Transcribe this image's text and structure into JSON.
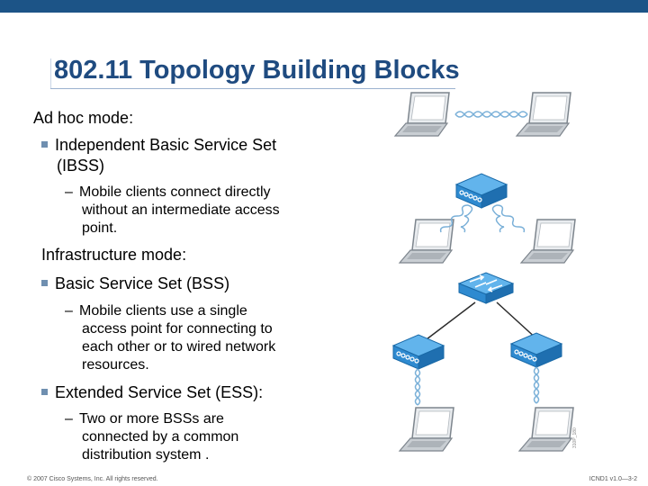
{
  "slide": {
    "title": "802.11 Topology Building Blocks",
    "adhoc_heading": "Ad hoc mode:",
    "ibss_line1": "Independent Basic Service Set",
    "ibss_line2": "(IBSS)",
    "ibss_sub_line1": "Mobile clients connect directly",
    "ibss_sub_line2": "without an intermediate access",
    "ibss_sub_line3": "point.",
    "infra_heading": "Infrastructure mode:",
    "bss_line1": "Basic Service Set (BSS)",
    "bss_sub_line1": "Mobile clients use a single",
    "bss_sub_line2": "access point for connecting to",
    "bss_sub_line3": "each other or to wired network",
    "bss_sub_line4": "resources.",
    "ess_line1": "Extended Service Set (ESS):",
    "ess_sub_line1": "Two or more BSSs are",
    "ess_sub_line2": "connected by a common",
    "ess_sub_line3": "distribution system .",
    "dash_glyph": "–",
    "figure_id": "310P_180",
    "footer_left": "© 2007 Cisco Systems, Inc. All rights reserved.",
    "footer_right": "ICND1 v1.0—3-2"
  },
  "colors": {
    "band": "#1c5487",
    "title": "#1f4b80",
    "access_point": "#2e8ad0",
    "bullet": "#6f8fb0"
  },
  "icons": [
    "laptop-icon",
    "access-point-icon",
    "switch-icon",
    "wireless-link-icon"
  ]
}
